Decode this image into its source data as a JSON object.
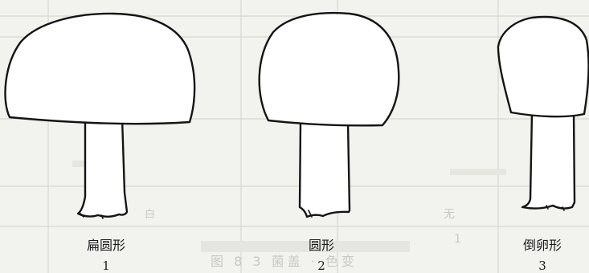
{
  "figure": {
    "items": [
      {
        "name": "扁圆形",
        "number": "1"
      },
      {
        "name": "圆形",
        "number": "2"
      },
      {
        "name": "倒卵形",
        "number": "3"
      }
    ]
  },
  "bleed_through": {
    "caption": "图 8 3 菌盖 · 色变",
    "row_1": "无",
    "row_1b": "白",
    "row_2": "1"
  },
  "colors": {
    "paper": "#f2f2ee",
    "ink": "#1c1c1c",
    "bleed_through": "#c9c9c3"
  }
}
